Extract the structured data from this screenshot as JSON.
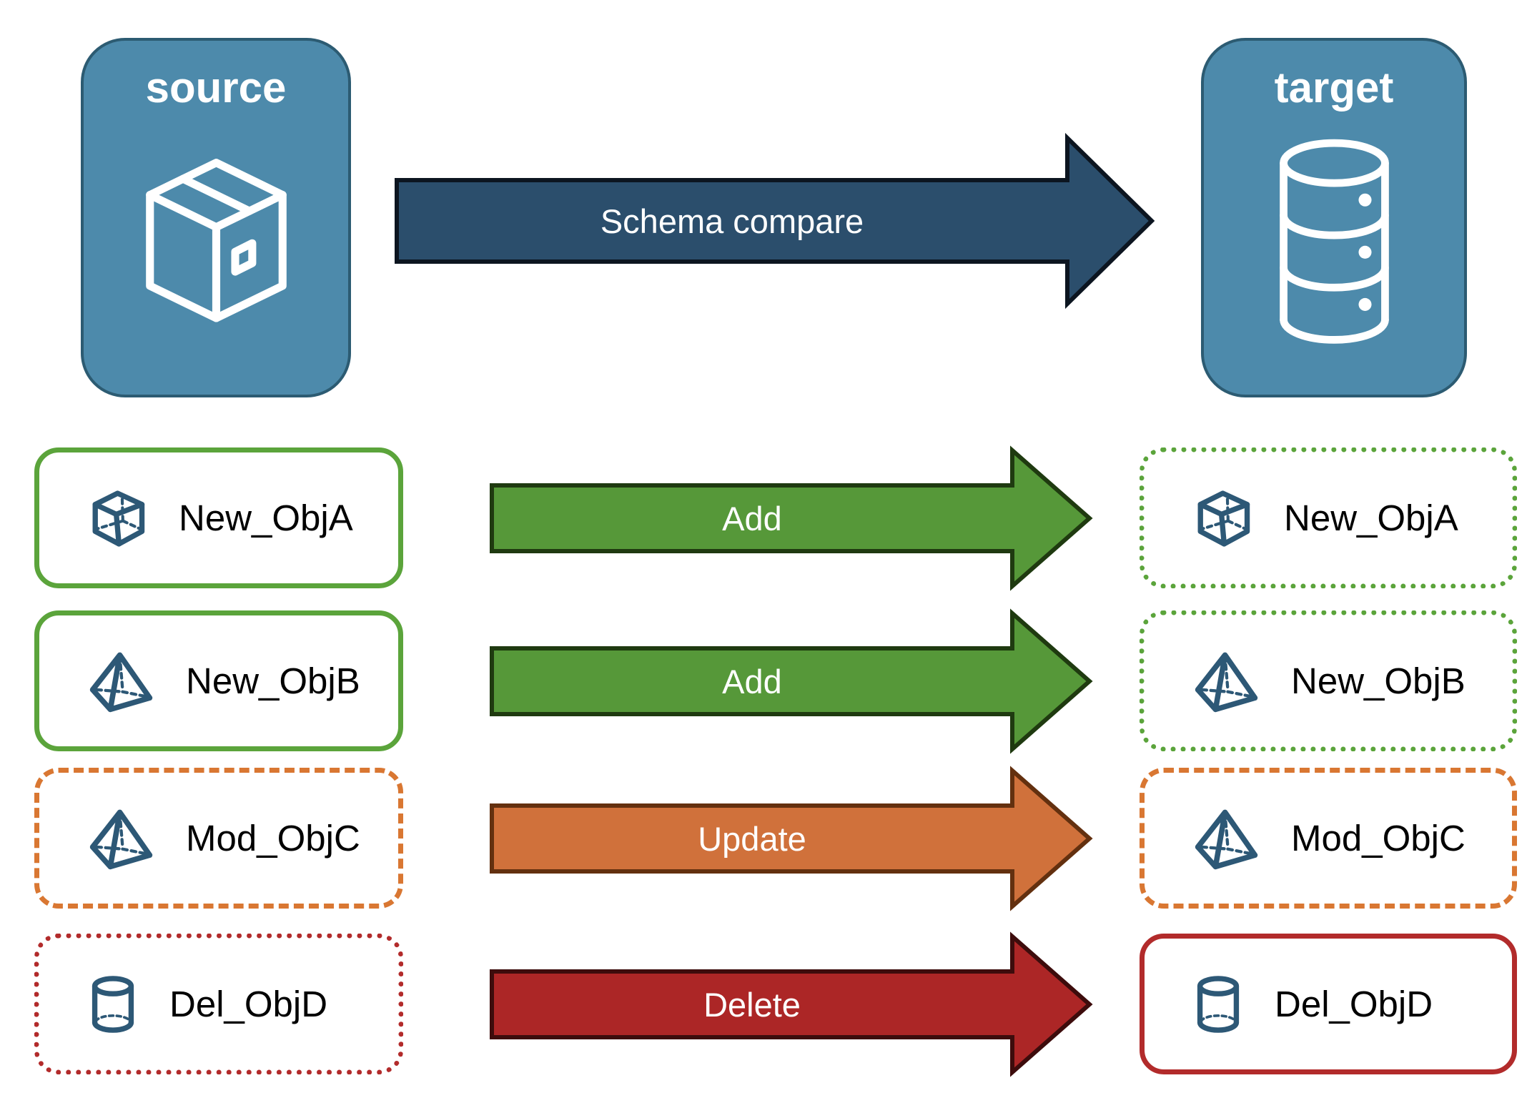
{
  "endpoints": {
    "source": {
      "label": "source",
      "icon": "package-3d"
    },
    "target": {
      "label": "target",
      "icon": "database"
    }
  },
  "main_arrow": {
    "label": "Schema compare"
  },
  "rows": [
    {
      "object_name": "New_ObjA",
      "icon": "cube",
      "action_label": "Add",
      "action_type": "add",
      "source_border": "green-solid",
      "target_border": "green-dotted"
    },
    {
      "object_name": "New_ObjB",
      "icon": "pyramid",
      "action_label": "Add",
      "action_type": "add",
      "source_border": "green-solid",
      "target_border": "green-dotted"
    },
    {
      "object_name": "Mod_ObjC",
      "icon": "pyramid",
      "action_label": "Update",
      "action_type": "update",
      "source_border": "orange-dashed",
      "target_border": "orange-dashed"
    },
    {
      "object_name": "Del_ObjD",
      "icon": "cylinder",
      "action_label": "Delete",
      "action_type": "delete",
      "source_border": "red-dotted",
      "target_border": "red-solid"
    }
  ],
  "colors": {
    "endpoint_fill": "#4D8AAB",
    "endpoint_border": "#2C5B72",
    "main_arrow_fill": "#2B4E6C",
    "add_green_fill": "#569839",
    "green_box_border": "#5BA43B",
    "update_orange_fill": "#D0713B",
    "orange_box_border": "#D97732",
    "delete_red_fill": "#AC2626",
    "red_box_border": "#B22B2B",
    "object_icon_blue": "#2D5876",
    "object_label_text": "#000000",
    "arrow_label_text": "#FFFFFF"
  }
}
